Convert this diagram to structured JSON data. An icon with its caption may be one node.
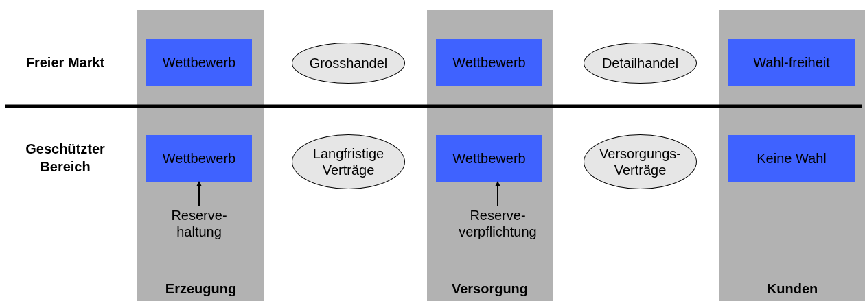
{
  "diagram": {
    "nodes": [
      {
        "text": [
          "Erzeugung"
        ]
      },
      {
        "text": [
          "Versorgung"
        ]
      },
      {
        "text": [
          "Kunden"
        ]
      },
      {
        "text": [
          "Wettbewerb"
        ],
        "in": 0
      },
      {
        "text": [
          "Grosshandel"
        ]
      },
      {
        "text": [
          "Wettbewerb"
        ],
        "in": 1
      },
      {
        "text": [
          "Detailhandel"
        ]
      },
      {
        "text": [
          "Wahl-freiheit"
        ],
        "in": 2
      },
      {
        "text": [
          "Wettbewerb"
        ],
        "in": 0
      },
      {
        "text": [
          "Langfristige Verträge"
        ]
      },
      {
        "text": [
          "Wettbewerb"
        ],
        "in": 1
      },
      {
        "text": [
          "Versorgungs-Verträge"
        ]
      },
      {
        "text": [
          "Keine Wahl"
        ],
        "in": 2
      },
      {
        "text": [
          "Reserve-haltung"
        ],
        "in": 0
      },
      {
        "text": [
          "Reserve-verpflichtung"
        ],
        "in": 1
      }
    ],
    "edges": [
      {
        "from": 13,
        "to": 8,
        "arrow": "to"
      },
      {
        "from": 14,
        "to": 10,
        "arrow": "to"
      }
    ],
    "labels": [
      "Freier Markt",
      "Geschützter Bereich"
    ]
  }
}
